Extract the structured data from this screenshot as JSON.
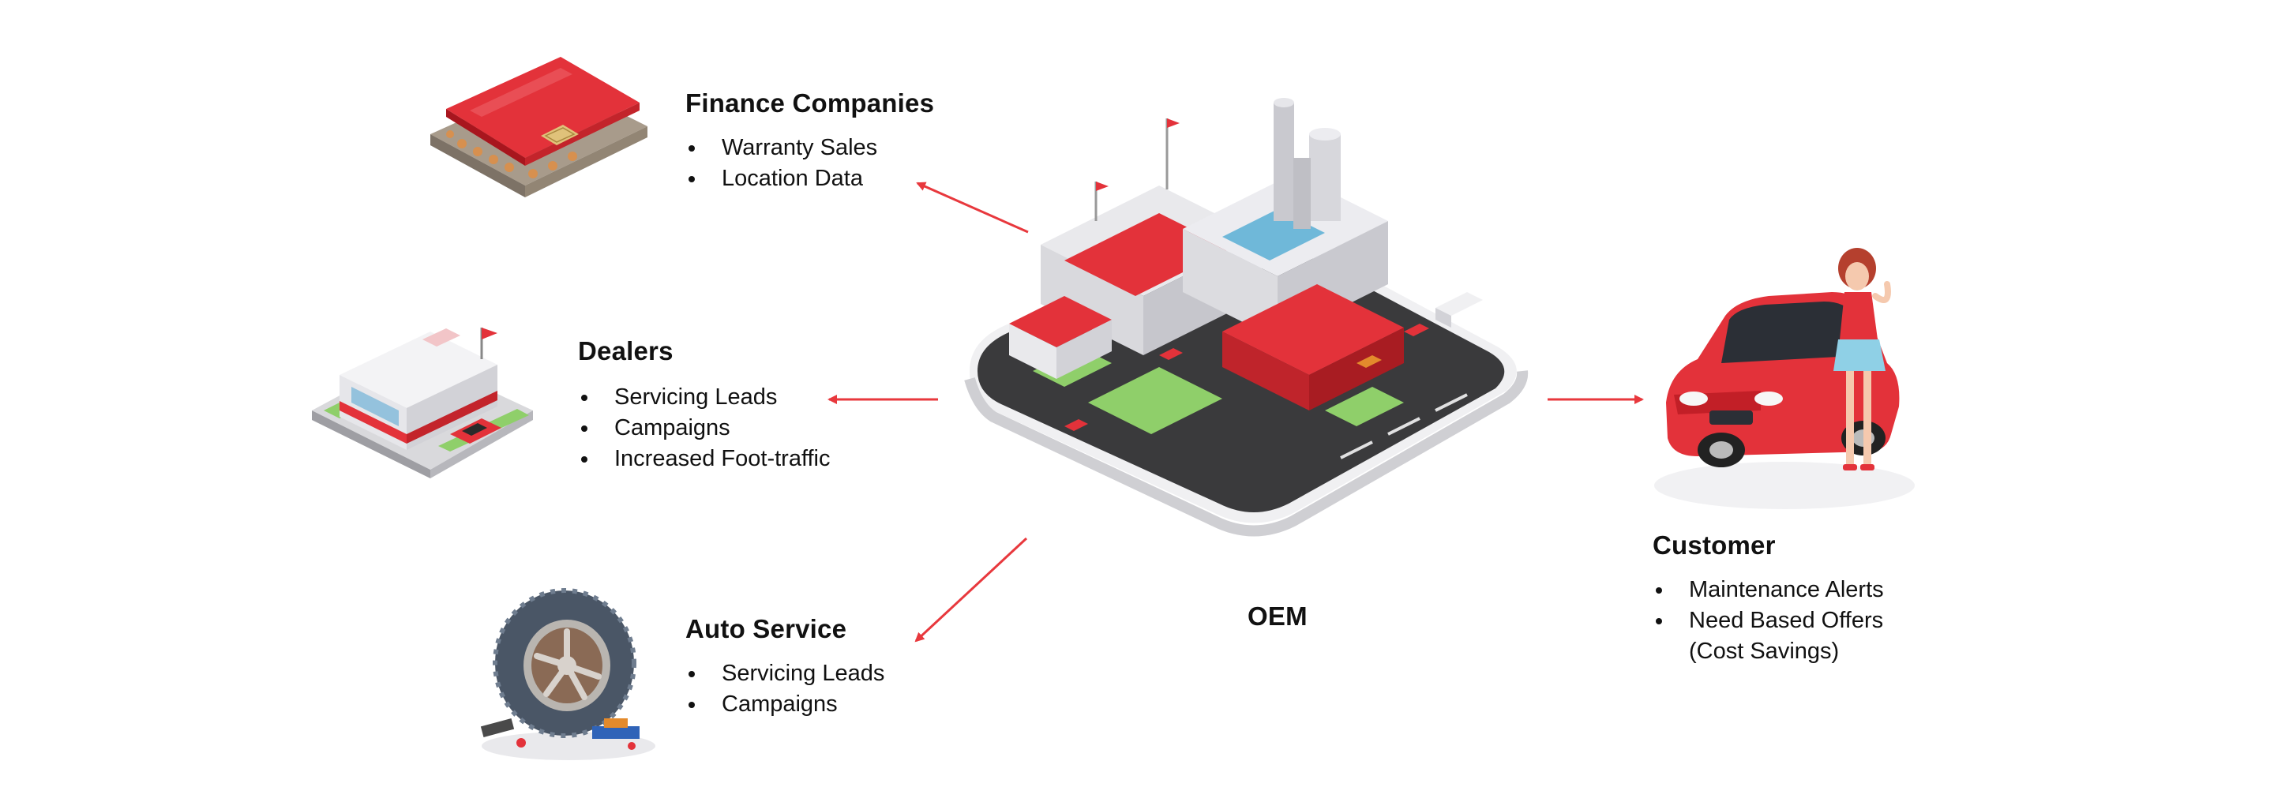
{
  "colors": {
    "accent_red": "#e8383d",
    "text": "#111111",
    "road": "#3a3a3c",
    "grass": "#8fcf6a",
    "building": "#e9e9ec"
  },
  "nodes": {
    "finance": {
      "title": "Finance Companies",
      "items": [
        "Warranty Sales",
        "Location Data"
      ],
      "icon": "credit-card-icon"
    },
    "dealers": {
      "title": "Dealers",
      "items": [
        "Servicing Leads",
        "Campaigns",
        "Increased Foot-traffic"
      ],
      "icon": "dealership-icon"
    },
    "auto_service": {
      "title": "Auto Service",
      "items": [
        "Servicing Leads",
        "Campaigns"
      ],
      "icon": "tire-icon"
    },
    "oem": {
      "title": "OEM",
      "icon": "factory-icon"
    },
    "customer": {
      "title": "Customer",
      "items": [
        "Maintenance Alerts",
        "Need Based Offers",
        "(Cost Savings)"
      ],
      "icon": "car-with-person-icon"
    }
  }
}
